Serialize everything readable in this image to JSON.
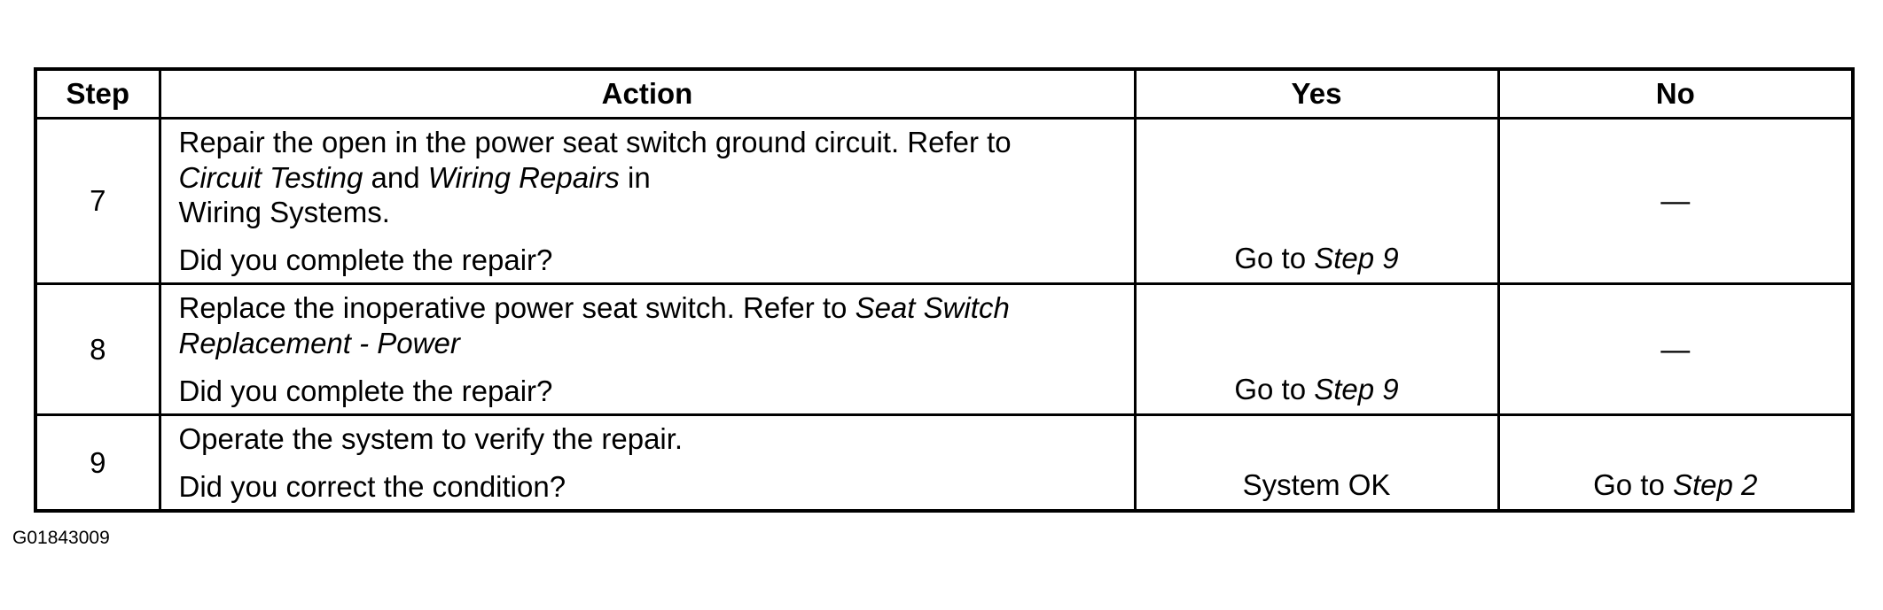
{
  "header": {
    "step": "Step",
    "action": "Action",
    "yes": "Yes",
    "no": "No"
  },
  "rows": [
    {
      "step": "7",
      "action": {
        "p1_a": "Repair the open in the power seat switch ground circuit. Refer to ",
        "p1_link1": "Circuit Testing",
        "p1_b": " and ",
        "p1_link2": "Wiring Repairs",
        "p1_c": " in",
        "p1_d": "Wiring Systems.",
        "question": "Did you complete the repair?"
      },
      "yes": {
        "prefix": "Go to ",
        "link": "Step 9"
      },
      "no": "—"
    },
    {
      "step": "8",
      "action": {
        "p1_a": "Replace the inoperative power seat switch. Refer to ",
        "p1_link1": "Seat Switch Replacement - Power",
        "question": "Did you complete the repair?"
      },
      "yes": {
        "prefix": "Go to ",
        "link": "Step 9"
      },
      "no": "—"
    },
    {
      "step": "9",
      "action": {
        "p1_a": "Operate the system to verify the repair.",
        "question": "Did you correct the condition?"
      },
      "yes": {
        "text": "System OK"
      },
      "no": {
        "prefix": "Go to ",
        "link": "Step 2"
      }
    }
  ],
  "figure_id": "G01843009"
}
